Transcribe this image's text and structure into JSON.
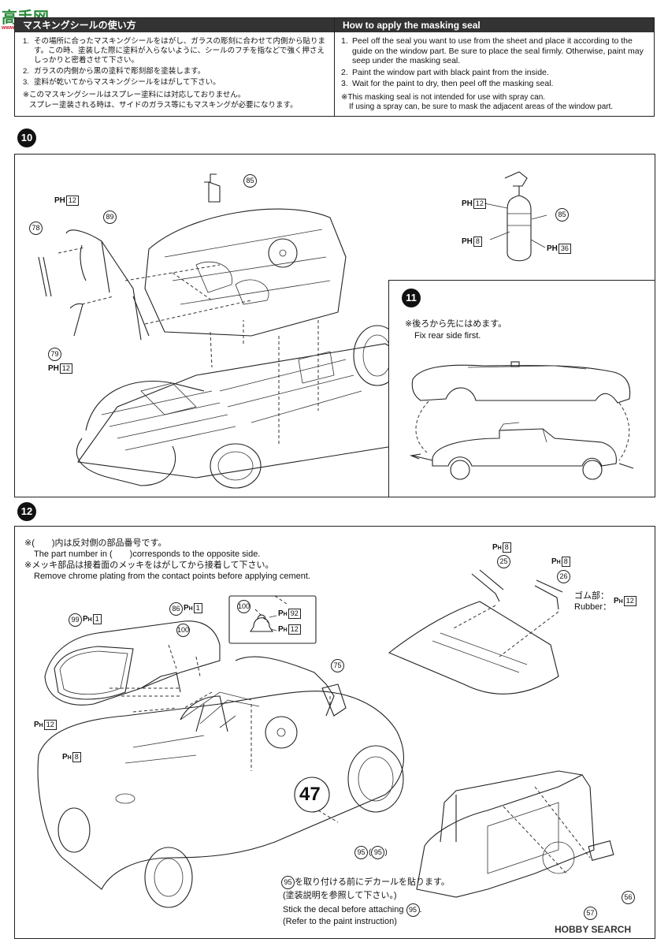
{
  "watermark_logo": {
    "text": "高手网",
    "sub": "www.gs-model.com"
  },
  "masking_jp": {
    "title": "マスキングシールの使い方",
    "items": [
      {
        "num": "1.",
        "text": "その場所に合ったマスキングシールをはがし、ガラスの彫刻に合わせて内側から貼ります。この時、塗装した際に塗料が入らないように、シールのフチを指などで強く押さえしっかりと密着させて下さい。"
      },
      {
        "num": "2.",
        "text": "ガラスの内側から黒の塗料で彫刻部を塗装します。"
      },
      {
        "num": "3.",
        "text": "塗料が乾いてからマスキングシールをはがして下さい。"
      }
    ],
    "note1": "※このマスキングシールはスプレー塗料には対応しておりません。",
    "note2": "スプレー塗装される時は、サイドのガラス等にもマスキングが必要になります。"
  },
  "masking_en": {
    "title": "How to apply the masking seal",
    "items": [
      {
        "num": "1.",
        "text": "Peel off the seal you want to use from the sheet and place it according to the guide on the window part. Be sure to place the seal firmly. Otherwise, paint may seep under the masking seal."
      },
      {
        "num": "2.",
        "text": "Paint the window part with black paint from the inside."
      },
      {
        "num": "3.",
        "text": "Wait for the paint to dry, then peel off the masking seal."
      }
    ],
    "note1": "※This masking seal is not intended for use with spray can.",
    "note2": "If using a spray can, be sure to mask the adjacent areas of the window part."
  },
  "steps": {
    "s10": "10",
    "s11": "11",
    "s12": "12"
  },
  "step10": {
    "parts": {
      "p85": "85",
      "p89": "89",
      "p78": "78",
      "p79": "79"
    },
    "ph_code": "PH",
    "ph_12a": "12",
    "ph_12b": "12",
    "extinguisher": {
      "p85": "85",
      "ph_12": "12",
      "ph_8": "8",
      "ph_36": "36"
    }
  },
  "step11": {
    "note_jp": "※後ろから先にはめます。",
    "note_en": "Fix rear side first."
  },
  "step12": {
    "note1_jp": "※(　　)内は反対側の部品番号です。",
    "note1_en": "The part number in (　　)corresponds to the opposite side.",
    "note2_jp": "※メッキ部品は接着面のメッキをはがしてから接着して下さい。",
    "note2_en": "Remove chrome plating from the contact points before applying cement.",
    "parts": {
      "p99": "99",
      "p86": "86",
      "p100": "100",
      "p100b": "100",
      "p75": "75",
      "p95": "95",
      "p95b": "95",
      "p25": "25",
      "p26": "26",
      "p57": "57",
      "p56": "56",
      "p95c": "95",
      "p95d": "95"
    },
    "ph_1a": "1",
    "ph_1b": "1",
    "ph_92": "92",
    "ph_12a": "12",
    "ph_12b": "12",
    "ph_8a": "8",
    "ph_8b": "8",
    "ph_8c": "8",
    "ph_12c": "12",
    "rubber_jp": "ゴム部：",
    "rubber_en": "Rubber：",
    "race_number": "47",
    "decal_jp1": "を取り付ける前にデカールを貼ります。",
    "decal_jp2": "(塗装説明を参照して下さい。)",
    "decal_en1": "Stick the decal before attaching",
    "decal_en2": "(Refer to the paint instruction)"
  },
  "footer_logo": {
    "text": "HOBBY SEARCH"
  }
}
